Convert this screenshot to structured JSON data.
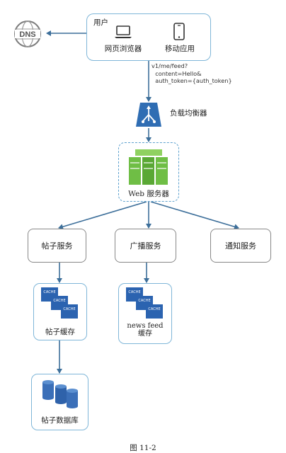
{
  "users": {
    "title": "用户",
    "browser_label": "网页浏览器",
    "mobile_label": "移动应用"
  },
  "dns": {
    "label": "DNS"
  },
  "request": {
    "text": "v1/me/feed?\n  content=Hello&\n  auth_token={auth_token}"
  },
  "load_balancer": {
    "label": "负载均衡器"
  },
  "web_servers": {
    "label": "Web 服务器"
  },
  "services": {
    "post": "帖子服务",
    "fanout": "广播服务",
    "notification": "通知服务"
  },
  "caches": {
    "chip_text": "CACHE",
    "post_cache_label": "帖子缓存",
    "news_feed_label_line1": "news feed",
    "news_feed_label_line2": "缓存"
  },
  "database": {
    "label": "帖子数据库"
  },
  "caption": "图 11-2",
  "colors": {
    "box_border": "#7fb6d8",
    "arrow": "#3d6f9a",
    "lb_fill": "#2f6db3",
    "server_green": "#6fbe45",
    "cache_blue": "#2b63b0",
    "db_blue": "#3b6fb8"
  }
}
